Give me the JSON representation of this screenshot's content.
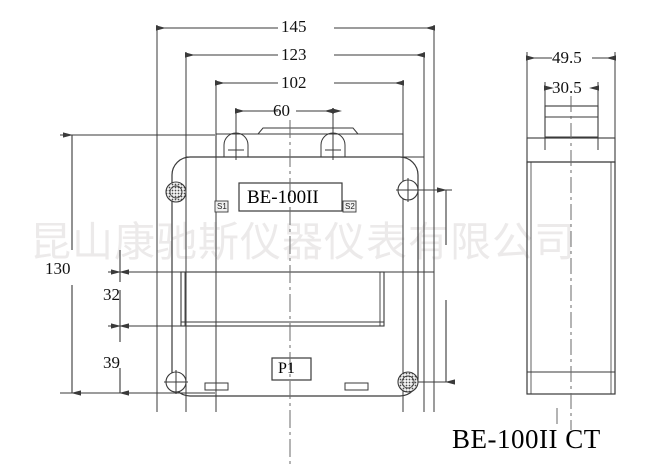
{
  "drawing": {
    "title": "BE-100II CT",
    "product_label": "BE-100II",
    "primary_terminal_label": "P1",
    "secondary_terminal_1": "S1",
    "secondary_terminal_2": "S2",
    "watermark": "昆山康驰斯仪器仪表有限公司",
    "line_color": "#3a3a3a",
    "text_color": "#111111",
    "watermark_color": "#eceaea",
    "background": "#ffffff"
  },
  "front_view": {
    "name": "front-view",
    "dimensions": {
      "overall_width": "145",
      "mounting_width": "123",
      "body_width": "102",
      "bracket_hole_spacing": "60",
      "overall_height": "130",
      "window_top_offset": "32",
      "window_bottom_offset": "39"
    }
  },
  "side_view": {
    "name": "side-view",
    "dimensions": {
      "overall_depth": "49.5",
      "bracket_depth": "30.5"
    }
  },
  "units": "mm"
}
